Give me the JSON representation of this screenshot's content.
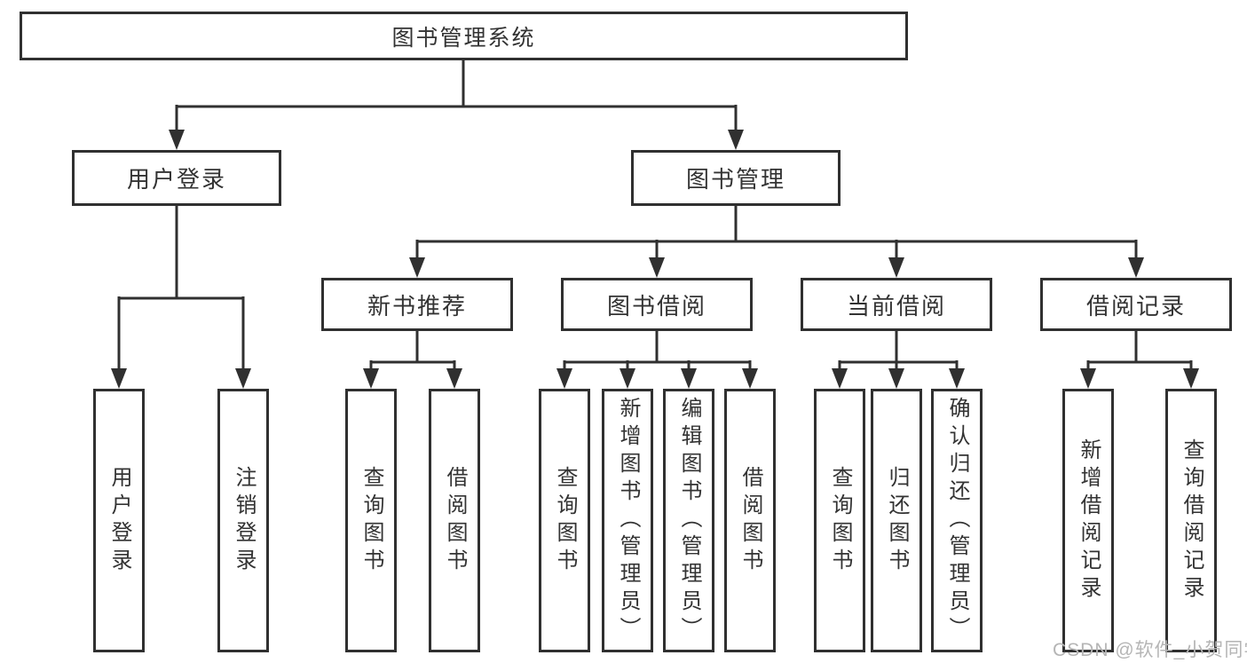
{
  "diagram": {
    "type": "hierarchy-tree",
    "colors": {
      "line": "#303030",
      "box_border": "#303030",
      "box_bg": "#ffffff",
      "text": "#333333",
      "watermark": "#b5b5b5"
    },
    "tree": {
      "label": "图书管理系统",
      "children": [
        {
          "label": "用户登录",
          "children": [
            {
              "label": "用户登录"
            },
            {
              "label": "注销登录"
            }
          ]
        },
        {
          "label": "图书管理",
          "children": [
            {
              "label": "新书推荐",
              "children": [
                {
                  "label": "查询图书"
                },
                {
                  "label": "借阅图书"
                }
              ]
            },
            {
              "label": "图书借阅",
              "children": [
                {
                  "label": "查询图书"
                },
                {
                  "label": "新增图书（管理员）"
                },
                {
                  "label": "编辑图书（管理员）"
                },
                {
                  "label": "借阅图书"
                }
              ]
            },
            {
              "label": "当前借阅",
              "children": [
                {
                  "label": "查询图书"
                },
                {
                  "label": "归还图书"
                },
                {
                  "label": "确认归还（管理员）"
                }
              ]
            },
            {
              "label": "借阅记录",
              "children": [
                {
                  "label": "新增借阅记录"
                },
                {
                  "label": "查询借阅记录"
                }
              ]
            }
          ]
        }
      ]
    },
    "watermark": {
      "text": "CSDN @软件_小贺同学"
    }
  }
}
